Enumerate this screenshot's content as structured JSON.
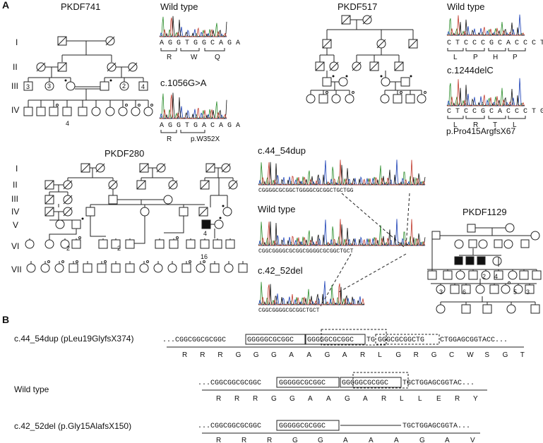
{
  "panels": {
    "a": "A",
    "b": "B"
  },
  "families": {
    "pkdf741": "PKDF741",
    "pkdf517": "PKDF517",
    "pkdf280": "PKDF280",
    "pkdf1129": "PKDF1129"
  },
  "generations": {
    "g1": "I",
    "g2": "II",
    "g3": "III",
    "g4": "IV",
    "g5": "V",
    "g6": "VI",
    "g7": "VII"
  },
  "pkdf741": {
    "wt_label": "Wild type",
    "wt_seq": "A G G T G G C A G A",
    "wt_aa": [
      "R",
      "W",
      "Q"
    ],
    "mut_label": "c.1056G>A",
    "mut_seq": "A G G T G A C A G A",
    "mut_aa": [
      "R",
      "p.W352X"
    ],
    "count_iii_a": "3",
    "count_iii_b": "3",
    "count_iii_c": "2",
    "count_iii_d": "4",
    "count_iv": "4"
  },
  "pkdf517": {
    "wt_label": "Wild type",
    "wt_seq": "C T C C C G C A C C C T",
    "wt_aa": [
      "L",
      "P",
      "H",
      "P"
    ],
    "mut_label": "c.1244delC",
    "mut_seq": "C T C C G C A C C C T G",
    "mut_aa": [
      "L",
      "R",
      "T",
      "L"
    ],
    "mut_protein": "p.Pro415ArgfsX67"
  },
  "pkdf280": {
    "count_v": "4",
    "count_vi_a": "2",
    "count_vi_b": "2",
    "count_vi_c": "16"
  },
  "pkdf1129": {
    "c1": "3",
    "c2": "6",
    "c3": "2",
    "c4": "4",
    "c5": "5",
    "c6": "3"
  },
  "traces": {
    "dup_label": "c.44_54dup",
    "dup_seq": "CGGGGCGCGGCTGGGGCGCGGCTGCTGG",
    "wt_label": "Wild type",
    "wt_seq": "CGGCGGGGCGCGGCGGGGCGCGGCTGCT",
    "del_label": "c.42_52del",
    "del_seq": "CGGCGGGGCGCGGCTGCT"
  },
  "panel_b": {
    "dup": {
      "label": "c.44_54dup (pLeu19GlyfsX374)",
      "seq_pre": "...CGGCGGCGCGGC",
      "box1": "GGGGGCGCGGC",
      "box2": "GGGGGCGCGGC",
      "mid": "TG",
      "box3": "GGGCGCGGCTG",
      "seq_post": "CTGGAGCGGTACC...",
      "aa": [
        "R",
        "R",
        "R",
        "G",
        "G",
        "G",
        "A",
        "A",
        "G",
        "A",
        "R",
        "L",
        "G",
        "R",
        "G",
        "C",
        "W",
        "S",
        "G",
        "T"
      ]
    },
    "wt": {
      "label": "Wild type",
      "seq_pre": "...CGGCGGCGCGGC",
      "box1": "GGGGGCGCGGC",
      "box2": "GGGGGCGCGGC",
      "seq_post": "TGCTGGAGCGGTAC...",
      "aa": [
        "R",
        "R",
        "R",
        "G",
        "G",
        "A",
        "A",
        "G",
        "A",
        "R",
        "L",
        "L",
        "E",
        "R",
        "Y"
      ]
    },
    "del": {
      "label": "c.42_52del (p.Gly15AlafsX150)",
      "seq_pre": "...CGGCGGCGCGGC",
      "box1": "GGGGGCGCGGC",
      "gap": "",
      "seq_post": "TGCTGGAGCGGTA...",
      "aa": [
        "R",
        "R",
        "R",
        "G",
        "G",
        "A",
        "A",
        "A",
        "G",
        "A",
        "V"
      ]
    }
  }
}
